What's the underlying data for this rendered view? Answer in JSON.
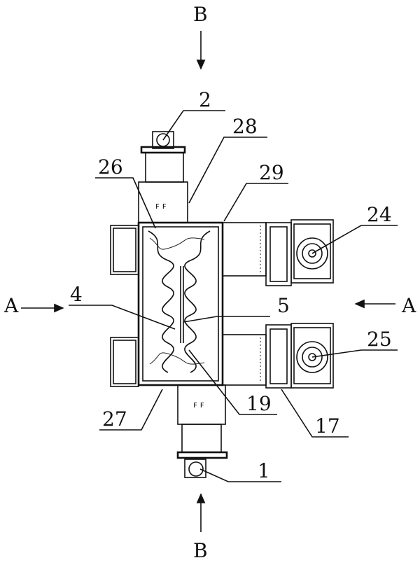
{
  "section_marks": {
    "b_top": "B",
    "b_bottom": "B",
    "a_left": "A",
    "a_right": "A"
  },
  "callouts": {
    "c2": "2",
    "c28": "28",
    "c26": "26",
    "c29": "29",
    "c24": "24",
    "c4": "4",
    "c5": "5",
    "c25": "25",
    "c19": "19",
    "c27": "27",
    "c17": "17",
    "c1": "1"
  }
}
